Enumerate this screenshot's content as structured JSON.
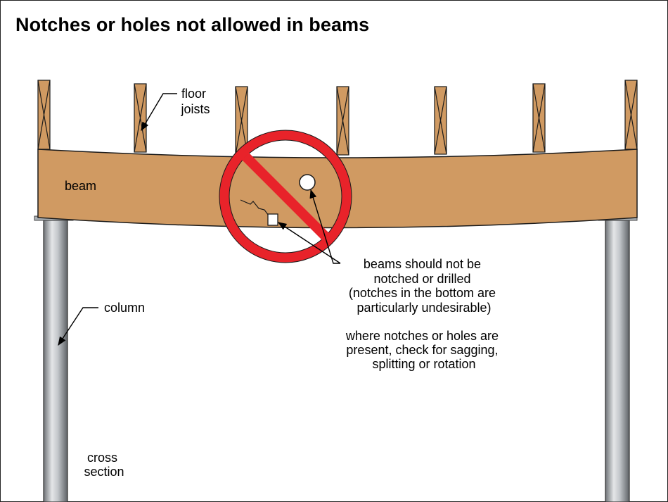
{
  "title": "Notches or holes not allowed in beams",
  "labels": {
    "floor_joists": [
      "floor",
      "joists"
    ],
    "beam": "beam",
    "column": "column",
    "cross_section": [
      "cross",
      "section"
    ],
    "warning": [
      "beams should not be",
      "notched or drilled",
      "(notches in the bottom are",
      "particularly undesirable)"
    ],
    "check": [
      "where notches or holes are",
      "present, check for sagging,",
      "splitting or rotation"
    ]
  },
  "colors": {
    "wood": "#d09a62",
    "no_symbol": "#e8232a",
    "column": "#b8bcc0",
    "outline": "#1a1a1a"
  },
  "icons": {
    "prohibition": "no-symbol-icon"
  }
}
